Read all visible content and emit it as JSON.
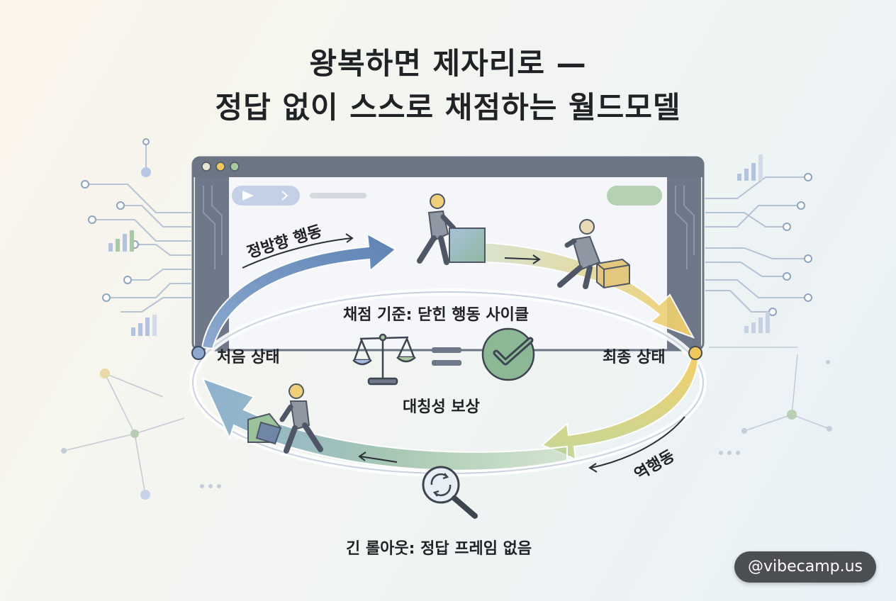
{
  "title": {
    "line1": "왕복하면 제자리로 —",
    "line2": "정답 없이 스스로 채점하는 월드모델"
  },
  "nodes": {
    "start": "처음 상태",
    "end": "최종 상태"
  },
  "arrows": {
    "forward": "정방향 행동",
    "reverse": "역행동"
  },
  "center": {
    "criterion": "채점 기준: 닫힌 행동 사이클",
    "reward": "대칭성 보상"
  },
  "footer": {
    "rollout": "긴 롤아웃: 정답 프레임 없음"
  },
  "watermark": "@vibecamp.us",
  "icons": {
    "scale": "balance-scale-icon",
    "equals": "equals-icon",
    "check": "checkmark-circle-icon",
    "cycle": "magnifier-cycle-icon",
    "worker": "worker-figure-icon",
    "box": "box-icon"
  },
  "colors": {
    "forward_arrow": "#7e9fc8",
    "top_arrow": "#c9d48a",
    "right_arrow": "#efc35a",
    "reverse_arrow": "#a8c9a0",
    "frame": "#6b7584",
    "check": "#8db896",
    "node_start": "#8fa8d0",
    "node_end": "#f0c85c"
  }
}
